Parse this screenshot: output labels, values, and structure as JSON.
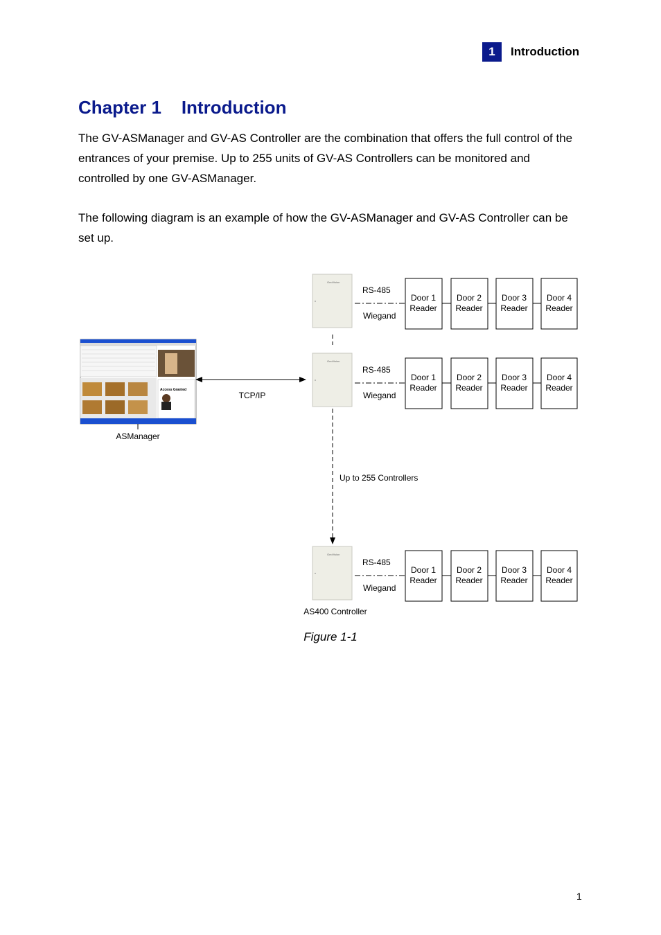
{
  "header": {
    "chapter_number": "1",
    "chapter_title": "Introduction"
  },
  "page_title": "Chapter 1    Introduction",
  "paragraphs": [
    "The GV-ASManager and GV-AS Controller are the combination that offers the full control of the entrances of your premise. Up to 255 units of GV-AS Controllers can be monitored and controlled by one GV-ASManager.",
    "The following diagram is an example of how the GV-ASManager and GV-AS Controller can be set up."
  ],
  "diagram": {
    "rs485_label": "RS-485",
    "wiegand_label": "Wiegand",
    "tcpip_label": "TCP/IP",
    "manager_label": "ASManager",
    "controller_label": "AS400 Controller",
    "range_label": "Up to 255 Controllers",
    "screen_banner": "Access Granted",
    "readers": [
      {
        "line1": "Door 1",
        "line2": "Reader"
      },
      {
        "line1": "Door 2",
        "line2": "Reader"
      },
      {
        "line1": "Door 3",
        "line2": "Reader"
      },
      {
        "line1": "Door 4",
        "line2": "Reader"
      }
    ],
    "colors": {
      "controller_fill": "#eeeee6",
      "screen_blue": "#1a4fd0",
      "photo_amber": "#c08a3a"
    }
  },
  "figure_caption": "Figure 1-1",
  "page_number": "1"
}
